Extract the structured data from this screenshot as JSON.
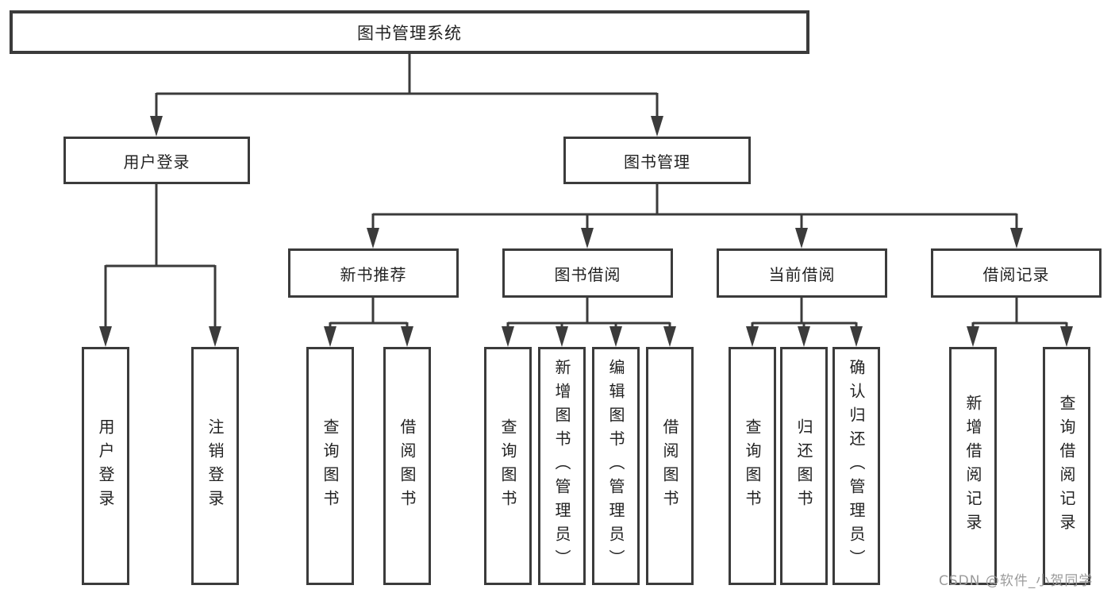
{
  "diagram": {
    "title": "图书管理系统",
    "tree": {
      "label": "图书管理系统",
      "children": [
        {
          "label": "用户登录",
          "children": [
            {
              "label": "用户登录"
            },
            {
              "label": "注销登录"
            }
          ]
        },
        {
          "label": "图书管理",
          "children": [
            {
              "label": "新书推荐",
              "children": [
                {
                  "label": "查询图书"
                },
                {
                  "label": "借阅图书"
                }
              ]
            },
            {
              "label": "图书借阅",
              "children": [
                {
                  "label": "查询图书"
                },
                {
                  "label": "新增图书（管理员）"
                },
                {
                  "label": "编辑图书（管理员）"
                },
                {
                  "label": "借阅图书"
                }
              ]
            },
            {
              "label": "当前借阅",
              "children": [
                {
                  "label": "查询图书"
                },
                {
                  "label": "归还图书"
                },
                {
                  "label": "确认归还（管理员）"
                }
              ]
            },
            {
              "label": "借阅记录",
              "children": [
                {
                  "label": "新增借阅记录"
                },
                {
                  "label": "查询借阅记录"
                }
              ]
            }
          ]
        }
      ]
    },
    "colors": {
      "line": "#3b3b3b",
      "box_border": "#3b3b3b",
      "text": "#222222",
      "watermark": "#9b9b9b",
      "background": "#ffffff"
    }
  },
  "watermark": {
    "text": "CSDN @软件_小贺同学"
  }
}
